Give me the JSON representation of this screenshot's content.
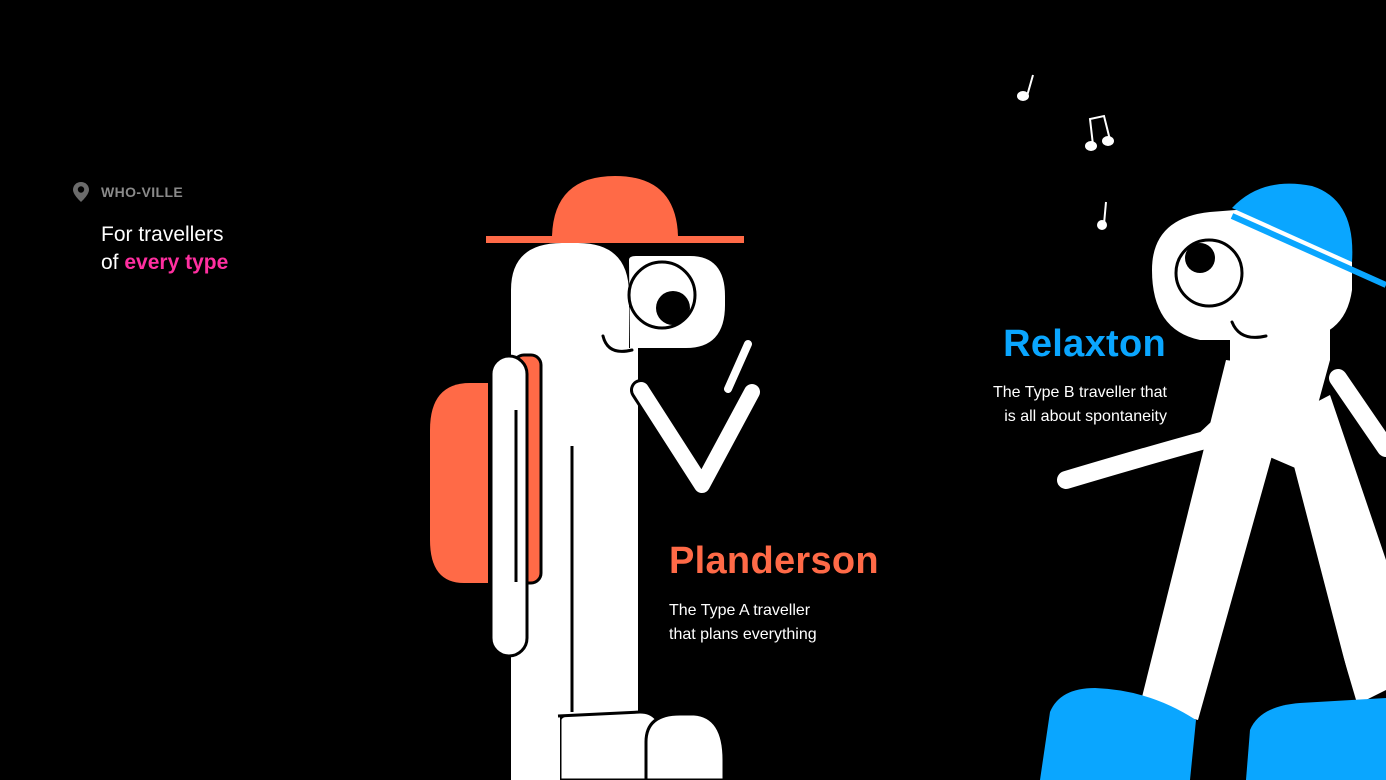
{
  "brand": {
    "label": "WHO-VILLE",
    "icon": "map-pin-icon"
  },
  "tagline": {
    "line1": "For travellers",
    "line2_prefix": "of ",
    "line2_highlight": "every type"
  },
  "characters": [
    {
      "name": "Planderson",
      "desc_line1": "The Type A traveller",
      "desc_line2": "that plans everything",
      "color": "#ff6a47"
    },
    {
      "name": "Relaxton",
      "desc_line1": "The Type B traveller that",
      "desc_line2": "is all about spontaneity",
      "color": "#0aa6ff"
    }
  ],
  "colors": {
    "background": "#000000",
    "figure": "#ffffff",
    "highlight": "#ff2fa0",
    "muted": "#8a8a8a"
  }
}
